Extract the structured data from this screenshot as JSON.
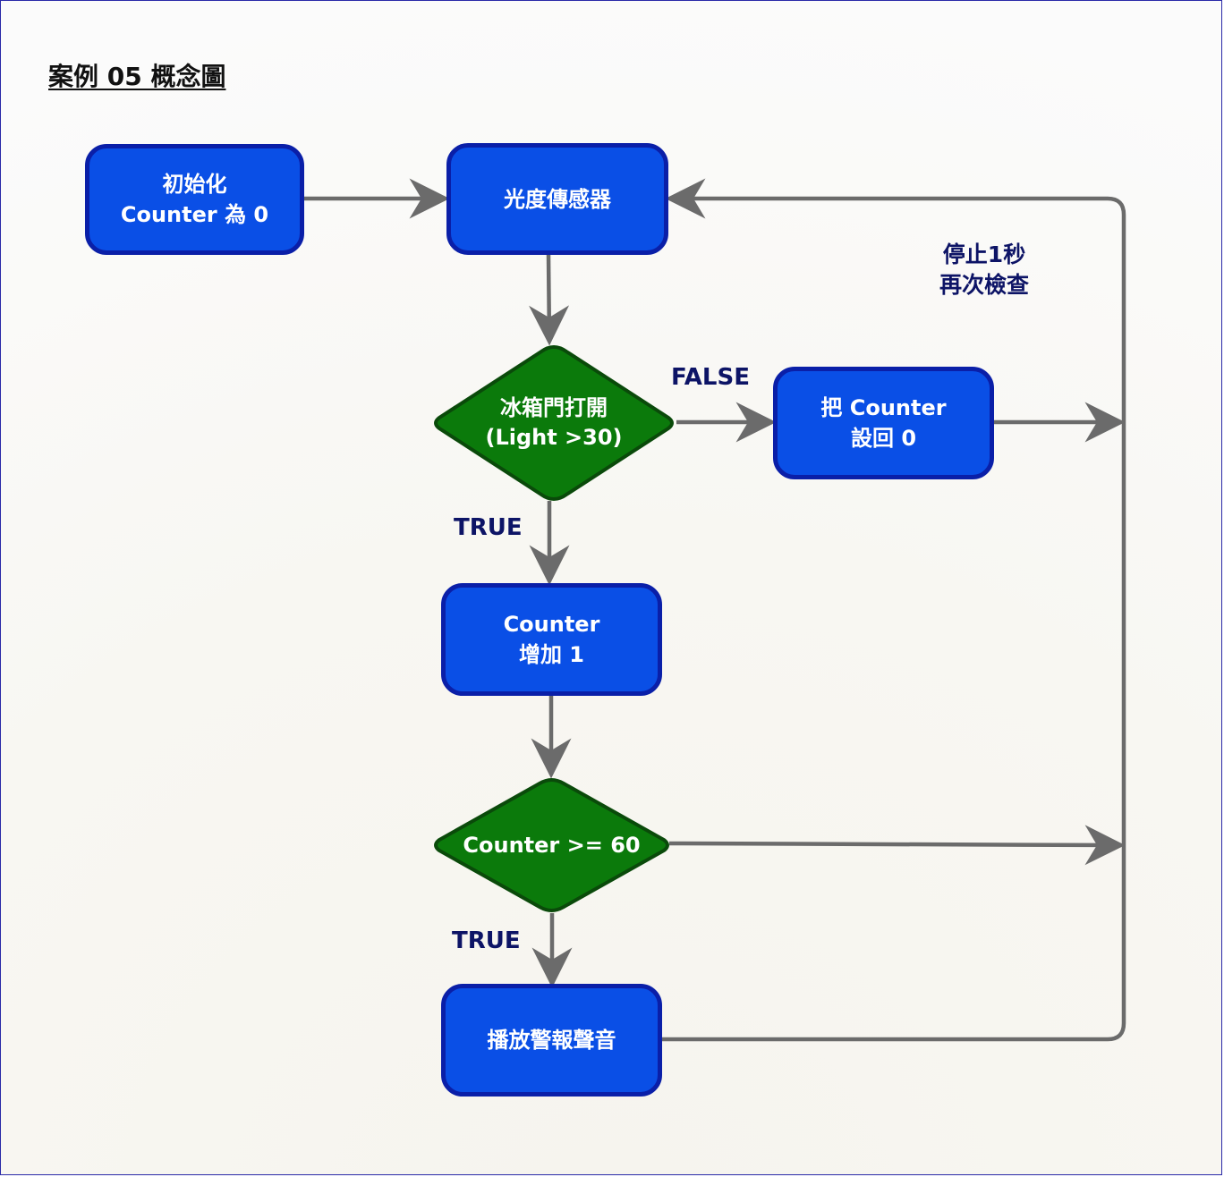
{
  "title": "案例 05 概念圖",
  "nodes": {
    "init": "初始化\nCounter 為 0",
    "sensor": "光度傳感器",
    "door_open": "冰箱門打開\n(Light >30)",
    "reset": "把 Counter\n設回 0",
    "increment": "Counter\n增加 1",
    "threshold": "Counter >= 60",
    "alarm": "播放警報聲音"
  },
  "edge_labels": {
    "false": "FALSE",
    "true_1": "TRUE",
    "true_2": "TRUE"
  },
  "note": "停止1秒\n再次檢查",
  "colors": {
    "process_fill": "#0a4fe6",
    "process_border": "#0a1fa8",
    "decision_fill": "#0b7a0b",
    "decision_border": "#0a4a0a",
    "connector": "#6b6b6b",
    "label_text": "#0d1466"
  }
}
